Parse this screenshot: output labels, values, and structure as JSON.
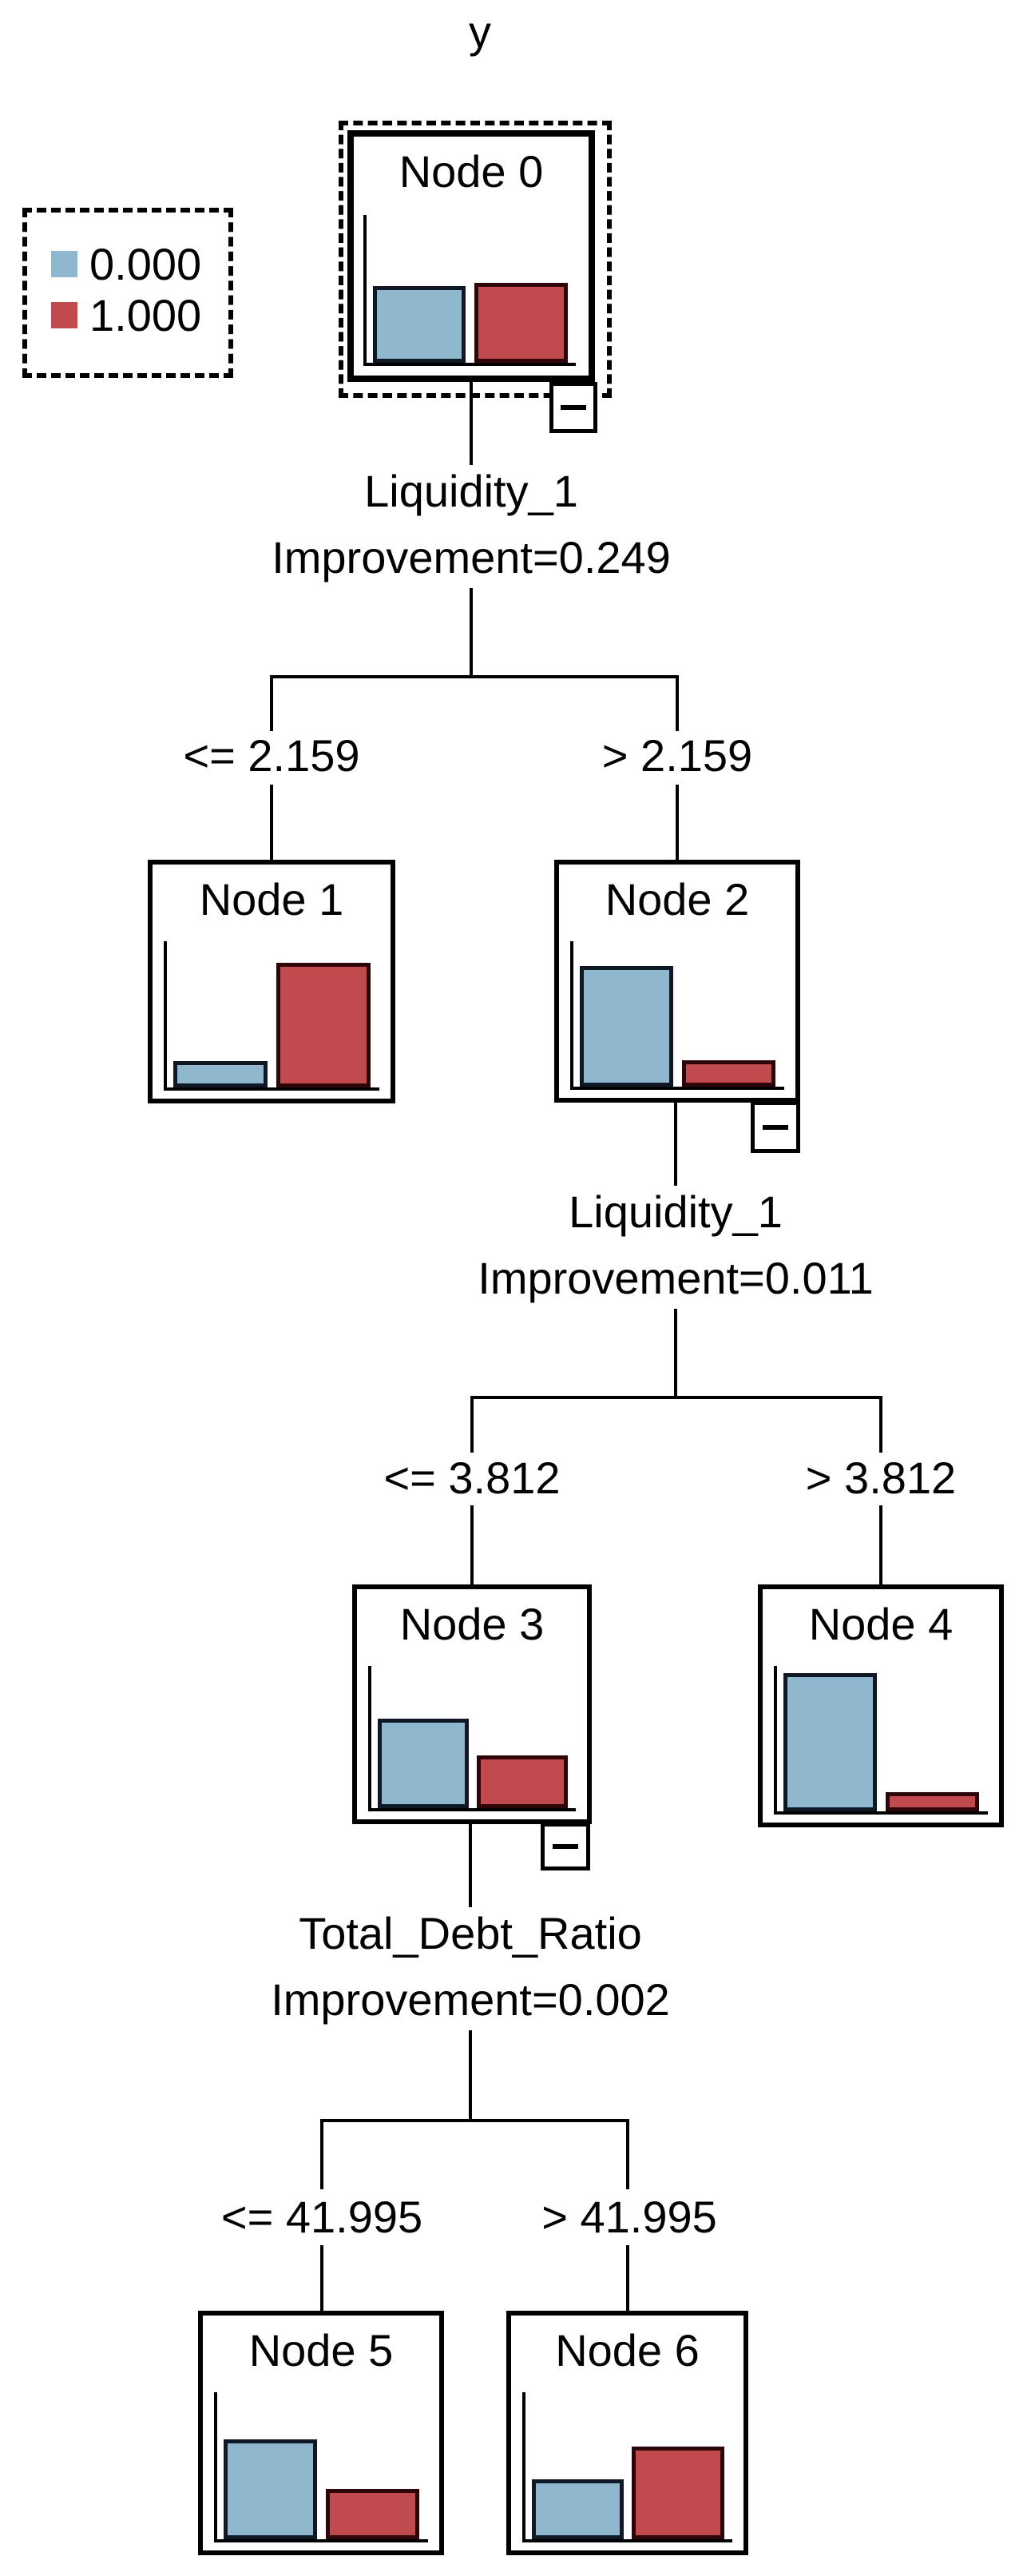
{
  "title": "y",
  "colors": {
    "class_0_blue": "#8FB8CE",
    "class_1_red": "#C14A4F",
    "line_black": "#000000"
  },
  "legend": {
    "items": [
      {
        "label": "0.000",
        "color": "#8FB8CE"
      },
      {
        "label": "1.000",
        "color": "#C14A4F"
      }
    ]
  },
  "nodes": [
    {
      "label": "Node 0",
      "selected": true,
      "collapsible": true,
      "bars": {
        "blue": 52,
        "red": 54
      }
    },
    {
      "label": "Node 1",
      "selected": false,
      "collapsible": false,
      "bars": {
        "blue": 18,
        "red": 85
      }
    },
    {
      "label": "Node 2",
      "selected": false,
      "collapsible": true,
      "bars": {
        "blue": 83,
        "red": 18
      }
    },
    {
      "label": "Node 3",
      "selected": false,
      "collapsible": true,
      "bars": {
        "blue": 63,
        "red": 37
      }
    },
    {
      "label": "Node 4",
      "selected": false,
      "collapsible": false,
      "bars": {
        "blue": 95,
        "red": 13
      }
    },
    {
      "label": "Node 5",
      "selected": false,
      "collapsible": false,
      "bars": {
        "blue": 68,
        "red": 34
      }
    },
    {
      "label": "Node 6",
      "selected": false,
      "collapsible": false,
      "bars": {
        "blue": 41,
        "red": 63
      }
    }
  ],
  "splits": [
    {
      "parent": "Node 0",
      "variable": "Liquidity_1",
      "improvement": "Improvement=0.249",
      "left_condition": "<= 2.159",
      "right_condition": "> 2.159"
    },
    {
      "parent": "Node 2",
      "variable": "Liquidity_1",
      "improvement": "Improvement=0.011",
      "left_condition": "<= 3.812",
      "right_condition": "> 3.812"
    },
    {
      "parent": "Node 3",
      "variable": "Total_Debt_Ratio",
      "improvement": "Improvement=0.002",
      "left_condition": "<= 41.995",
      "right_condition": "> 41.995"
    }
  ]
}
